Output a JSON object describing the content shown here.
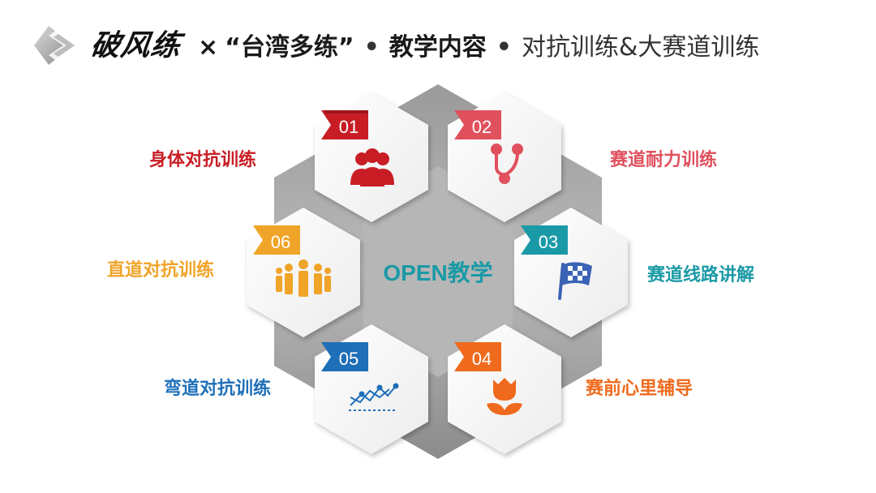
{
  "title": {
    "brand": "破风练",
    "times": "×",
    "quoted": "“台湾多练”",
    "sep": "•",
    "part2": "教学内容",
    "part3": "对抗训练&大赛道训练"
  },
  "center": {
    "label": "OPEN教学",
    "color": "#1a9aa6"
  },
  "items": [
    {
      "num": "01",
      "label": "身体对抗训练",
      "color": "#c81d25",
      "icon": "people-group-icon"
    },
    {
      "num": "02",
      "label": "赛道耐力训练",
      "color": "#e0505d",
      "icon": "route-fork-icon"
    },
    {
      "num": "03",
      "label": "赛道线路讲解",
      "color": "#1a9aa6",
      "icon": "checkered-flag-icon"
    },
    {
      "num": "04",
      "label": "赛前心里辅导",
      "color": "#ef6a1d",
      "icon": "flower-icon"
    },
    {
      "num": "05",
      "label": "弯道对抗训练",
      "color": "#1e6fb8",
      "icon": "line-chart-icon"
    },
    {
      "num": "06",
      "label": "直道对抗训练",
      "color": "#f0a428",
      "icon": "crowd-icon"
    }
  ]
}
